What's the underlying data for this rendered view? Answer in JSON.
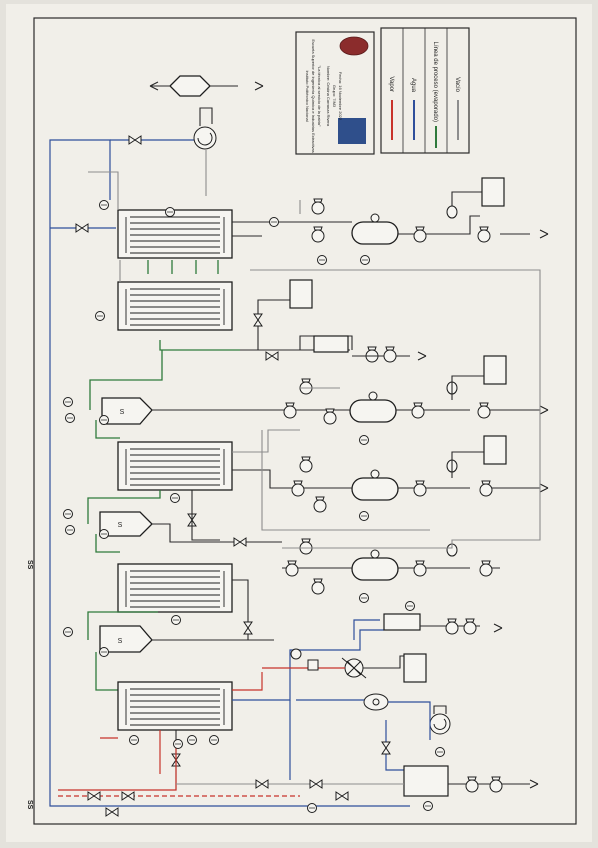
{
  "legend": {
    "items": [
      {
        "label": "Vapor",
        "color": "#c8332b"
      },
      {
        "label": "Agua",
        "color": "#2f4f9b"
      },
      {
        "label": "Línea de proceso (evaporado)",
        "color": "#2f7a3c"
      },
      {
        "label": "Vacío",
        "color": "#8d8d8d"
      }
    ]
  },
  "title_block": {
    "institution": "Instituto Politécnico Nacional",
    "school": "Escuela Superior de Ingeniería Química e Industrias Extractivas",
    "motto": "\"La técnica al servicio de la patria\"",
    "line1": "Nombre: Cristina Carranza Rivera",
    "line2": "Grupo: 7IM3",
    "line3": "Fecha: 16 Noviembre 2022"
  },
  "separators": [
    "S",
    "S",
    "S"
  ],
  "side_marks": [
    "SS",
    "SS"
  ]
}
